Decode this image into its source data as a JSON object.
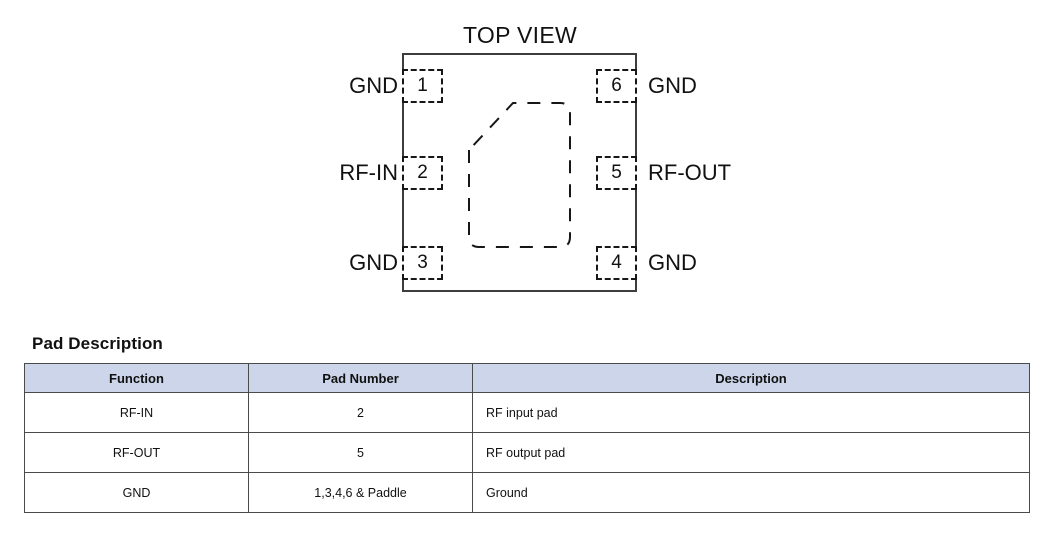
{
  "diagram": {
    "title": "TOP VIEW",
    "pads_left": [
      {
        "number": "1",
        "label": "GND"
      },
      {
        "number": "2",
        "label": "RF-IN"
      },
      {
        "number": "3",
        "label": "GND"
      }
    ],
    "pads_right": [
      {
        "number": "6",
        "label": "GND"
      },
      {
        "number": "5",
        "label": "RF-OUT"
      },
      {
        "number": "4",
        "label": "GND"
      }
    ],
    "paddle": "exposed-paddle-outline"
  },
  "pad_description": {
    "heading": "Pad Description",
    "columns": [
      "Function",
      "Pad Number",
      "Description"
    ],
    "rows": [
      {
        "function": "RF-IN",
        "pad_number": "2",
        "description": "RF input pad"
      },
      {
        "function": "RF-OUT",
        "pad_number": "5",
        "description": "RF output pad"
      },
      {
        "function": "GND",
        "pad_number": "1,3,4,6 & Paddle",
        "description": "Ground"
      }
    ]
  },
  "colors": {
    "header_fill": "#ccd5e9",
    "border": "#4a4a4a",
    "outline": "#3d3d3d",
    "text": "#111111"
  }
}
